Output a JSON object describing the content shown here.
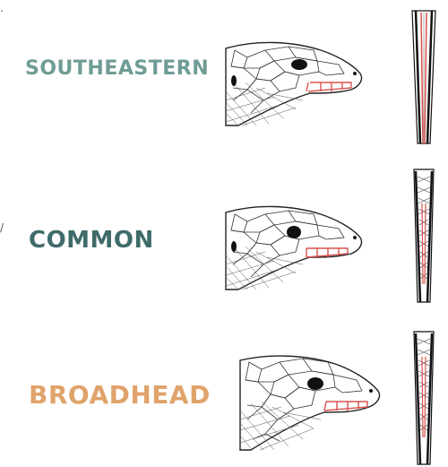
{
  "species": [
    {
      "label": "SOUTHEASTERN",
      "color": "#6f9c96"
    },
    {
      "label": "COMMON",
      "color": "#3f6b6a"
    },
    {
      "label": "BROADHEAD",
      "color": "#e0a36b"
    }
  ],
  "stray_marks": [
    ".",
    "/"
  ]
}
